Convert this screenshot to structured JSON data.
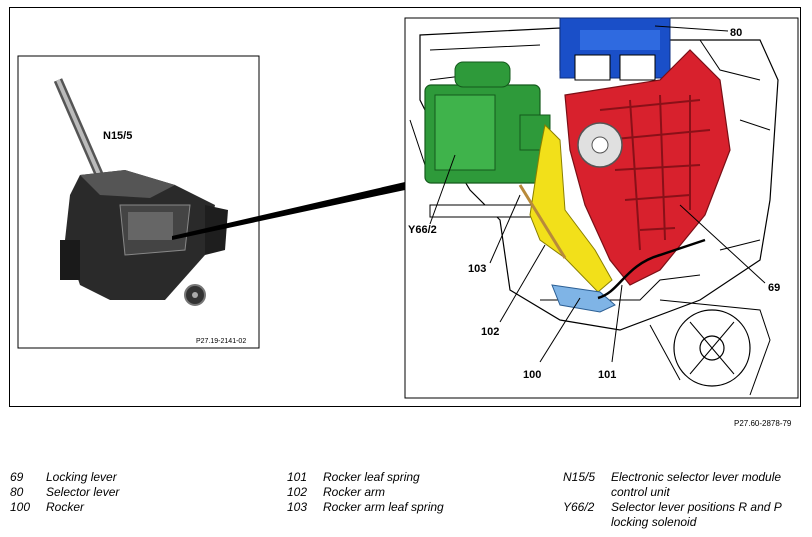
{
  "figure": {
    "inset_label": "N15/5",
    "inset_code": "P27.19-2141-02",
    "figure_code": "P27.60-2878-79",
    "callouts": {
      "c80": "80",
      "c69": "69",
      "cY66": "Y66/2",
      "c103": "103",
      "c102": "102",
      "c100": "100",
      "c101": "101"
    }
  },
  "legend": {
    "col1": [
      {
        "num": "69",
        "text": "Locking lever"
      },
      {
        "num": "80",
        "text": "Selector lever"
      },
      {
        "num": "100",
        "text": "Rocker"
      }
    ],
    "col2": [
      {
        "num": "101",
        "text": "Rocker leaf spring"
      },
      {
        "num": "102",
        "text": "Rocker arm"
      },
      {
        "num": "103",
        "text": "Rocker arm leaf spring"
      }
    ],
    "col3": [
      {
        "num": "N15/5",
        "text": "Electronic selector lever module",
        "text2": "control unit"
      },
      {
        "num": "Y66/2",
        "text": "Selector lever positions R and P",
        "text2": "locking solenoid"
      }
    ]
  },
  "colors": {
    "solenoid_green": "#2e9a3a",
    "rocker_arm_yellow": "#f2e01a",
    "locking_lever_red": "#d8212d",
    "selector_blue": "#1a4fc8",
    "rocker_lightblue": "#7fb4e6"
  }
}
